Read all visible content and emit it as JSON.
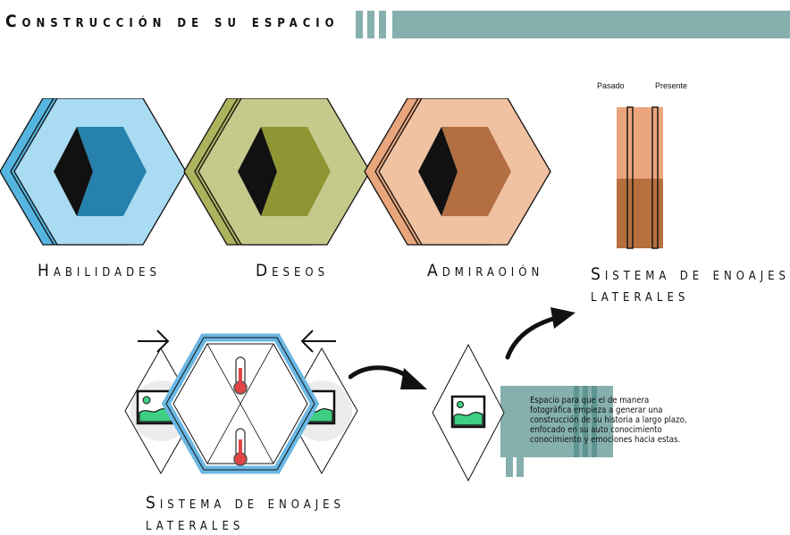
{
  "header": {
    "title": "Construcción de su espacio",
    "bar_color": "#85b0ae"
  },
  "shapes": [
    {
      "label": "Habilidades",
      "color_front": "#a9dbf3",
      "color_side": "#55b5e0",
      "color_inner": "#2681ad"
    },
    {
      "label": "Deseos",
      "color_front": "#c5c98a",
      "color_side": "#adb25c",
      "color_inner": "#8f9533"
    },
    {
      "label": "Admiraoión",
      "color_front": "#f1c2a2",
      "color_side": "#e9a57c",
      "color_inner": "#b36e41"
    }
  ],
  "lateral": {
    "past_label": "Pasado",
    "present_label": "Presente",
    "title_line1": "Sistema de enoajes",
    "title_line2": "laterales",
    "color_top": "#eba57c",
    "color_bottom": "#b6703e"
  },
  "bottom": {
    "title_line1": "Sistema de enoajes",
    "title_line2": "laterales",
    "description": "Espacio para que el de manera fotográfica empieza a generar una construcción de su historia a largo plazo, enfocado en su auto conocimiento conocimiento y emociones hacia estas.",
    "hex_border_color": "#6ab7e3",
    "teal_color": "#85b0ae"
  }
}
